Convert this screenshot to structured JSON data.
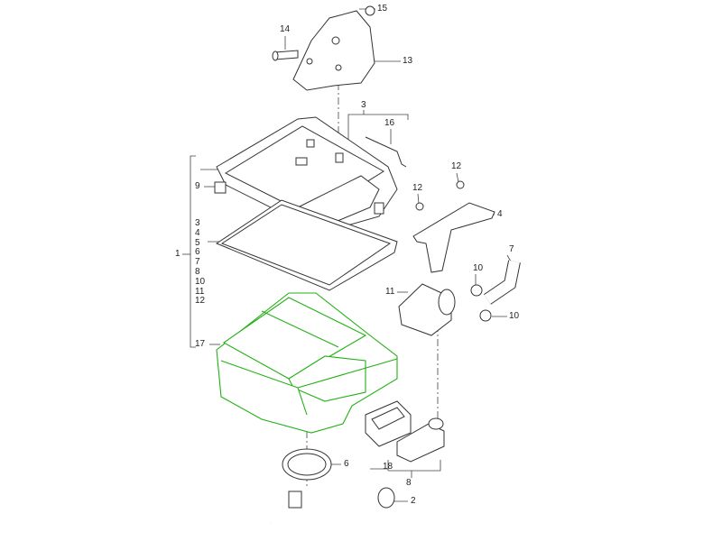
{
  "diagram": {
    "accent_color": "#22b014",
    "callouts": {
      "c15": "15",
      "c14": "14",
      "c13": "13",
      "c3": "3",
      "c16": "16",
      "c12a": "12",
      "c12b": "12",
      "c4": "4",
      "c9": "9",
      "c1": "1",
      "c17": "17",
      "c7": "7",
      "c10a": "10",
      "c11": "11",
      "c10b": "10",
      "c6": "6",
      "c2": "2",
      "c18": "18",
      "c8": "8"
    },
    "assembly_1_contents": [
      "3",
      "4",
      "5",
      "6",
      "7",
      "8",
      "10",
      "11",
      "12"
    ]
  }
}
